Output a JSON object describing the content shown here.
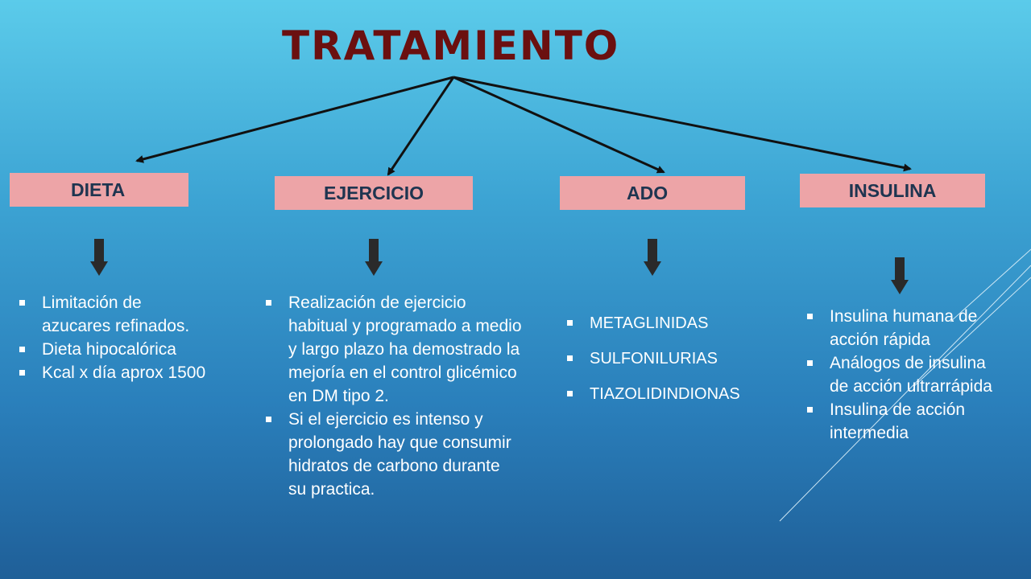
{
  "title": "TRATAMIENTO",
  "colors": {
    "title": "#6b1010",
    "box_fill": "#eda4a7",
    "box_text": "#1e3550",
    "arrow_line": "#111111",
    "down_arrow": "#2a2a2a",
    "list_text": "#ffffff"
  },
  "categories": [
    {
      "label": "DIETA",
      "items": [
        "Limitación de azucares refinados.",
        "Dieta hipocalórica",
        "Kcal x día aprox 1500"
      ]
    },
    {
      "label": "EJERCICIO",
      "items": [
        "Realización de ejercicio habitual y programado a medio y largo plazo ha demostrado la mejoría en el control glicémico en DM tipo 2.",
        "Si el ejercicio es intenso y prolongado hay que consumir hidratos de carbono durante su practica."
      ]
    },
    {
      "label": "ADO",
      "items": [
        "METAGLINIDAS",
        "SULFONILURIAS",
        "TIAZOLIDINDIONAS"
      ]
    },
    {
      "label": "INSULINA",
      "items": [
        "Insulina humana de acción rápida",
        "Análogos de insulina de acción ultrarrápida",
        "Insulina de acción intermedia"
      ]
    }
  ]
}
